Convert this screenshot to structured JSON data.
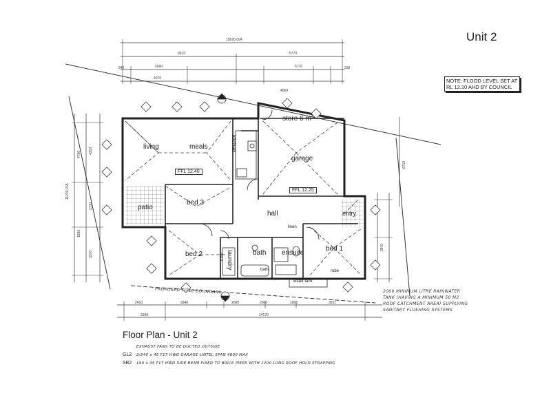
{
  "unit_label": "Unit 2",
  "note": "NOTE: FLOOD LEVEL SET AT RL 12.10 AHD BY COUNCIL",
  "rooms": {
    "living": "living",
    "meals": "meals",
    "kitchen": "kitchen",
    "store": "store 6 m³",
    "garage": "garage",
    "patio": "patio",
    "bed3": "bed 3",
    "hall": "hall",
    "entry": "entry",
    "bed2": "bed 2",
    "laundry": "laundry",
    "bath": "bath",
    "ensuite": "ensuite",
    "bed1": "bed 1",
    "robe_left": "robe",
    "robe_right": "robe",
    "linen": "linen",
    "bath_small": "bath",
    "water_tank": "water tank"
  },
  "ffl": {
    "living": "FFL 12.40",
    "garage": "FFL 12.25"
  },
  "annotations": {
    "title_boundary": "PROPOSED TITLE BOUNDARY",
    "tank_note_1": "2000 MINIMUM LITRE RAINWATER",
    "tank_note_2": "TANK (HAVING A MINIMUM 50 M2",
    "tank_note_3": "ROOF CATCHMENT AREA) SUPPLYING",
    "tank_note_4": "SANITARY FLUSHING SYSTEMS"
  },
  "dimensions": {
    "overall_top": "15670 O/A",
    "top_1": "9610",
    "top_2": "5770",
    "top_3": "5090",
    "top_4": "4070",
    "top_5": "4060",
    "top_6": "240",
    "top_7": "230",
    "bot_1": "2410",
    "bot_2": "2640",
    "bot_3": "2000",
    "bot_4": "2500",
    "bot_5": "1800",
    "bot_6": "3631",
    "bot_7": "2930",
    "overall_bottom": "14170",
    "side_overall": "11230 O/A",
    "side_1": "4780",
    "side_2": "4310",
    "side_3": "2730",
    "side_4": "3370",
    "side_5": "1880",
    "right_1": "6710",
    "right_2": "3970"
  },
  "title": "Floor Plan - Unit 2",
  "legend": [
    {
      "code": "",
      "text": "EXHAUST FANS TO BE DUCTED OUTSIDE"
    },
    {
      "code": "GL2",
      "text": "2/240 x 45 F17 HWD GARAGE LINTEL SPAN 4800 MAX"
    },
    {
      "code": "SB2",
      "text": "190 x 45 F17 HWD SIDE BEAM FIXED TO BRICK PIERS WITH 1200 LONG ROOF HOLD STRAPPING"
    }
  ]
}
